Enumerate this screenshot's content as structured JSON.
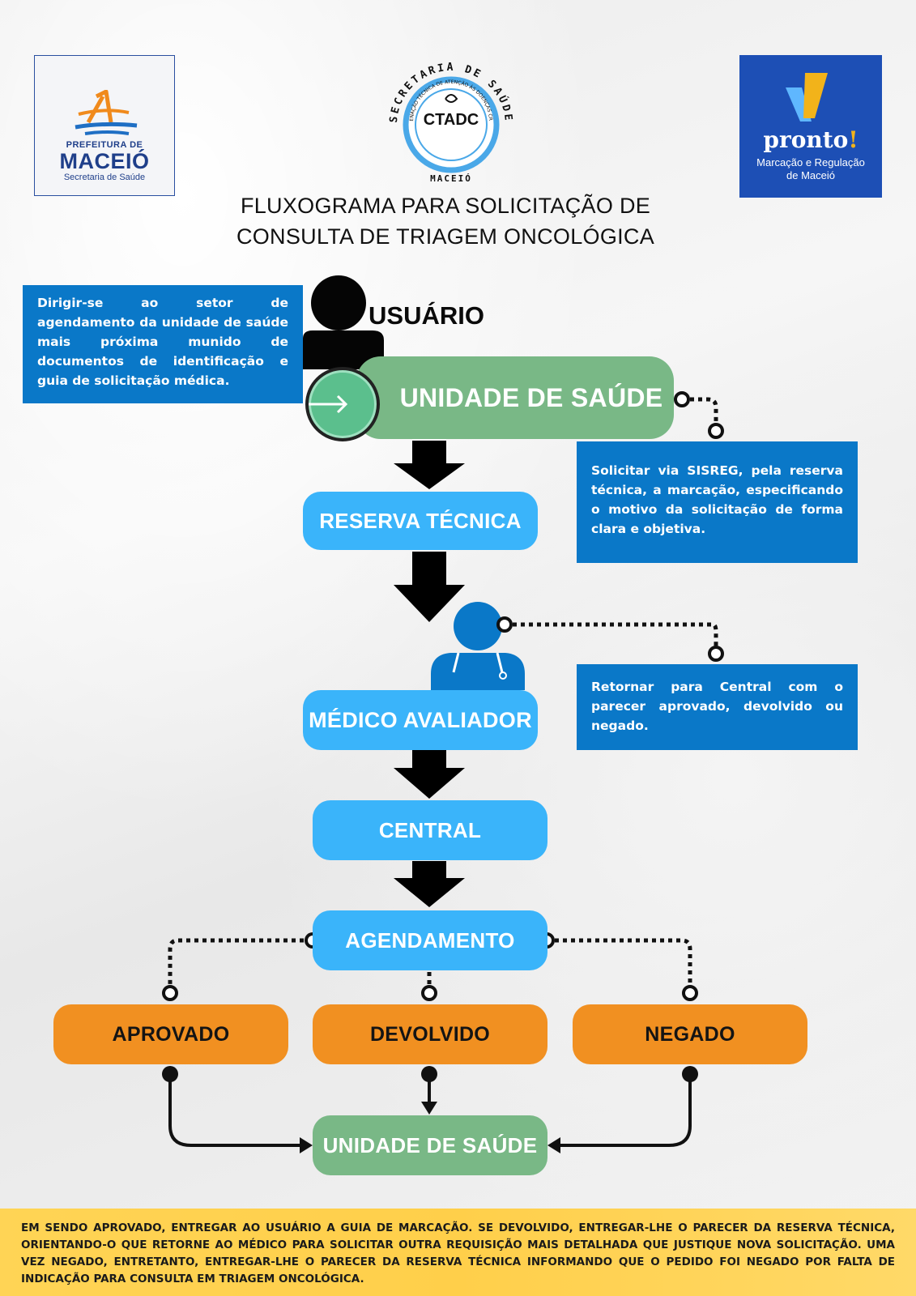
{
  "header": {
    "logo_left": {
      "line1": "PREFEITURA DE",
      "line2": "MACEIÓ",
      "line3": "Secretaria de Saúde"
    },
    "logo_center": {
      "arc_text": "SECRETARIA DE SAÚDE",
      "inner_arc": "COORDENAÇÃO TÉCNICA DE ATENÇÃO ÀS DOENÇAS CRÔNICAS",
      "acronym": "CTADC",
      "city": "MACEIÓ"
    },
    "logo_right": {
      "word": "pronto",
      "exclaim": "!",
      "sub1": "Marcação e Regulação",
      "sub2": "de Maceió"
    },
    "title_line1": "FLUXOGRAMA  PARA SOLICITAÇÃO DE",
    "title_line2": "CONSULTA DE TRIAGEM ONCOLÓGICA"
  },
  "notes": {
    "left": "Dirigir-se ao setor de agendamento da unidade de saúde mais próxima munido de documentos de identificação e guia de solicitação médica.",
    "right1": "Solicitar via SISREG, pela reserva técnica, a marcação, especificando o motivo da solicitação de forma clara e objetiva.",
    "right2": "Retornar para Central com o parecer aprovado, devolvido ou negado."
  },
  "flow": {
    "usuario": "USUÁRIO",
    "unidade_top": "UNIDADE DE SAÚDE",
    "reserva": "RESERVA TÉCNICA",
    "medico": "MÉDICO AVALIADOR",
    "central": "CENTRAL",
    "agendamento": "AGENDAMENTO",
    "aprovado": "APROVADO",
    "devolvido": "DEVOLVIDO",
    "negado": "NEGADO",
    "unidade_bottom": "UNIDADE DE SAÚDE"
  },
  "footer": {
    "text": "EM SENDO APROVADO, ENTREGAR AO USUÁRIO A GUIA DE MARCAÇÃO. SE DEVOLVIDO, ENTREGAR-LHE O PARECER DA RESERVA TÉCNICA, ORIENTANDO-O QUE RETORNE AO MÉDICO PARA SOLICITAR OUTRA REQUISIÇÃO MAIS DETALHADA QUE JUSTIQUE NOVA SOLICITAÇÃO.  UMA VEZ NEGADO, ENTRETANTO, ENTREGAR-LHE O PARECER DA RESERVA TÉCNICA INFORMANDO QUE O PEDIDO FOI NEGADO POR FALTA DE INDICAÇÃO PARA CONSULTA EM TRIAGEM ONCOLÓGICA."
  },
  "colors": {
    "green": "#79b886",
    "blue_pill": "#3ab4fa",
    "orange": "#f19021",
    "note_blue": "#0a78c8",
    "footer_yellow": "#ffd455"
  }
}
